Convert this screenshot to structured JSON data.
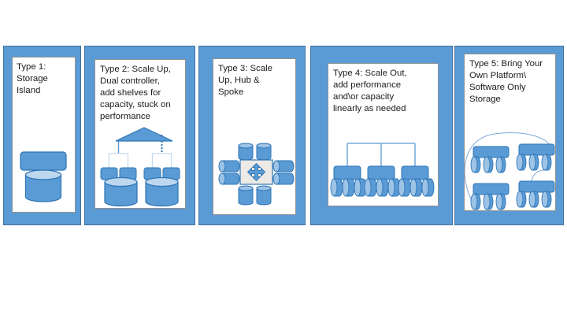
{
  "slide": {
    "description_labels": {
      "panel1": [
        "Type 1:",
        "Storage Island"
      ],
      "panel2": [
        "Type 2: Scale Up,",
        "Dual controller,",
        "add shelves for",
        "capacity, stuck on",
        "performance"
      ],
      "panel3": [
        "Type 3: Scale",
        "Up, Hub &",
        "Spoke"
      ],
      "panel4": [
        "Type 4: Scale Out,",
        "add performance",
        "and\\or capacity",
        "linearly as needed"
      ],
      "panel5": [
        "Type 5: Bring Your",
        "Own Platform\\",
        "Software Only",
        "Storage"
      ]
    }
  },
  "panels": [
    {
      "label_lines": [
        "Type 1:",
        "Storage Island"
      ],
      "icon": "storage-island-icon"
    },
    {
      "label_lines": [
        "Type 2: Scale Up,",
        "Dual controller,",
        "add shelves for",
        "capacity, stuck on",
        "performance"
      ],
      "icon": "scale-up-dual-controller-icon"
    },
    {
      "label_lines": [
        "Type 3: Scale",
        "Up, Hub &",
        "Spoke"
      ],
      "icon": "hub-and-spoke-icon"
    },
    {
      "label_lines": [
        "Type 4: Scale Out,",
        "add performance",
        "and\\or capacity",
        "linearly as needed"
      ],
      "icon": "scale-out-cluster-icon"
    },
    {
      "label_lines": [
        "Type 5: Bring Your",
        "Own Platform\\",
        "Software Only",
        "Storage"
      ],
      "icon": "byo-platform-mesh-icon"
    }
  ],
  "colors": {
    "panel_fill": "#5b9bd5",
    "panel_border": "#41719c",
    "shape_fill": "#5b9bd5",
    "shape_border": "#2e75b6",
    "cylinder_top": "#bdd7ee",
    "cylinder_cap_small": "#9dc3e6",
    "hub_square_fill": "#edeae6",
    "connector_light": "#c7daee",
    "text": "#1b1b1b"
  }
}
